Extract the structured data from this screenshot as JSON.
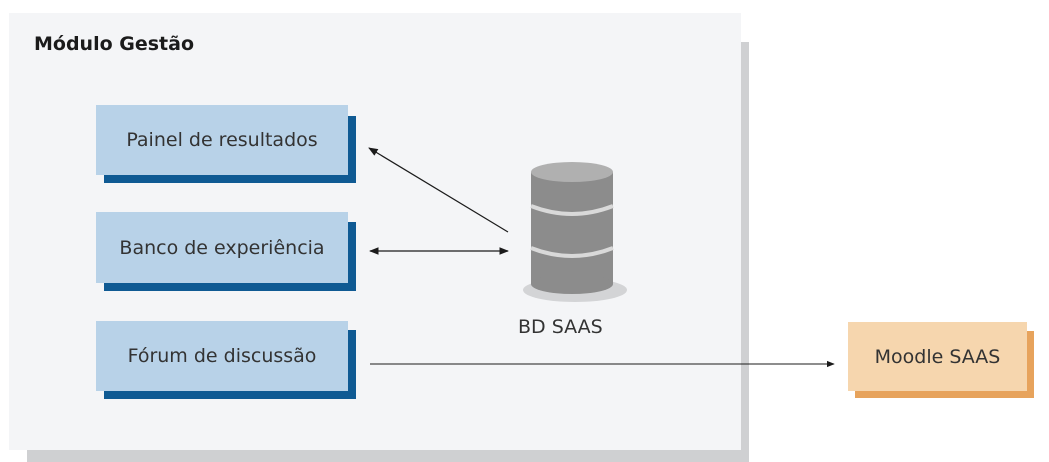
{
  "module": {
    "title": "Módulo Gestão"
  },
  "boxes": {
    "painel": "Painel de resultados",
    "banco": "Banco de experiência",
    "forum": "Fórum de discussão",
    "moodle": "Moodle SAAS"
  },
  "database": {
    "label": "BD SAAS",
    "icon": "database-icon"
  },
  "colors": {
    "box_fill": "#b8d2e8",
    "box_shadow": "#0f5a93",
    "moodle_fill": "#f6d6ae",
    "moodle_shadow": "#e7a35c",
    "panel_bg": "#f4f5f7"
  }
}
